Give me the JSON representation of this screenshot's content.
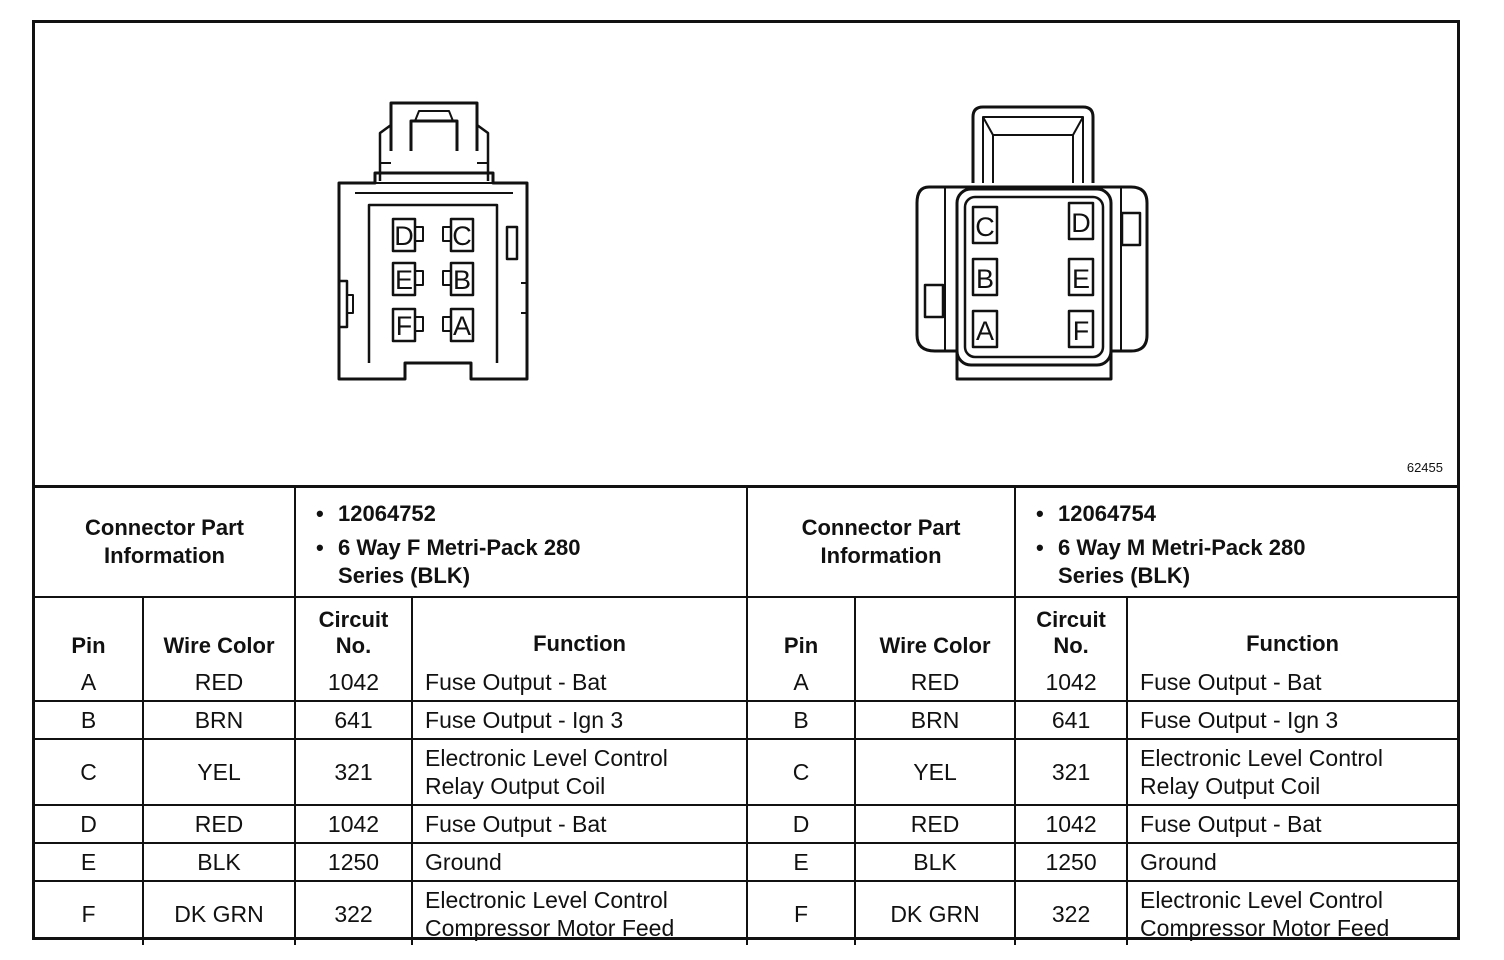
{
  "figure_id": "62455",
  "female_connector": {
    "pin_labels": [
      "D",
      "C",
      "E",
      "B",
      "F",
      "A"
    ]
  },
  "male_connector": {
    "pin_labels": [
      "C",
      "D",
      "B",
      "E",
      "A",
      "F"
    ]
  },
  "connectors": [
    {
      "info_label_line1": "Connector Part",
      "info_label_line2": "Information",
      "part_number": "12064752",
      "description_line1": "6 Way F Metri-Pack 280",
      "description_line2": "Series (BLK)"
    },
    {
      "info_label_line1": "Connector Part",
      "info_label_line2": "Information",
      "part_number": "12064754",
      "description_line1": "6 Way M Metri-Pack 280",
      "description_line2": "Series (BLK)"
    }
  ],
  "headers": {
    "pin": "Pin",
    "wire_color": "Wire Color",
    "circuit_line1": "Circuit",
    "circuit_line2": "No.",
    "function": "Function"
  },
  "rows": [
    {
      "pin": "A",
      "wire_color": "RED",
      "circuit": "1042",
      "function_line1": "Fuse Output - Bat",
      "function_line2": ""
    },
    {
      "pin": "B",
      "wire_color": "BRN",
      "circuit": "641",
      "function_line1": "Fuse Output - Ign 3",
      "function_line2": ""
    },
    {
      "pin": "C",
      "wire_color": "YEL",
      "circuit": "321",
      "function_line1": "Electronic Level Control",
      "function_line2": "Relay Output Coil"
    },
    {
      "pin": "D",
      "wire_color": "RED",
      "circuit": "1042",
      "function_line1": "Fuse Output - Bat",
      "function_line2": ""
    },
    {
      "pin": "E",
      "wire_color": "BLK",
      "circuit": "1250",
      "function_line1": "Ground",
      "function_line2": ""
    },
    {
      "pin": "F",
      "wire_color": "DK GRN",
      "circuit": "322",
      "function_line1": "Electronic Level Control",
      "function_line2": "Compressor Motor Feed"
    }
  ]
}
